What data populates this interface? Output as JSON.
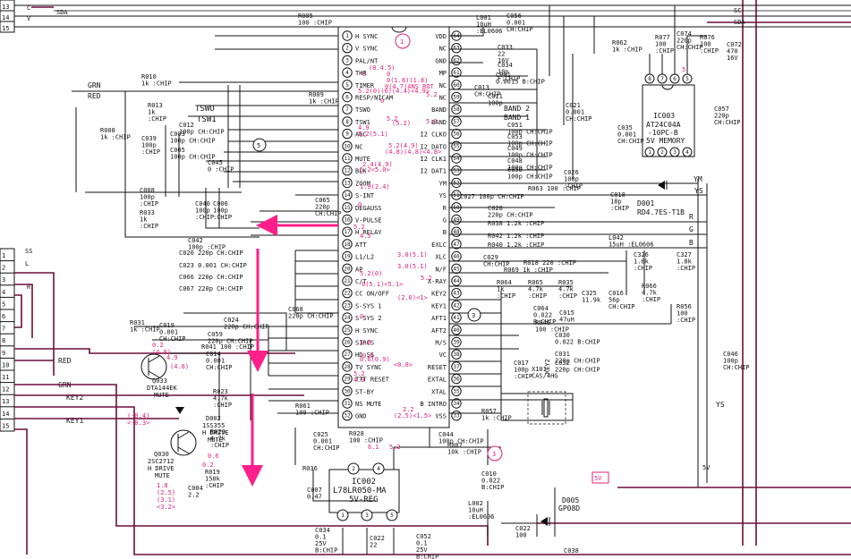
{
  "colors": {
    "wire": "#111111",
    "highlight": "#ff1f8a",
    "bus": "#6b0f3a",
    "voltage": "#e0207a"
  },
  "connector_left": {
    "top": [
      {
        "num": "13",
        "sig": "C"
      },
      {
        "num": "14",
        "sig": "V"
      },
      {
        "num": "15",
        "sig": ""
      }
    ],
    "main": [
      {
        "num": "1",
        "sig": "SS"
      },
      {
        "num": "2",
        "sig": "L"
      },
      {
        "num": "3",
        "sig": ""
      },
      {
        "num": "4",
        "sig": "R"
      },
      {
        "num": "5",
        "sig": ""
      },
      {
        "num": "6",
        "sig": ""
      },
      {
        "num": "7",
        "sig": ""
      },
      {
        "num": "8",
        "sig": ""
      },
      {
        "num": "9",
        "sig": ""
      },
      {
        "num": "10",
        "sig": "RED"
      },
      {
        "num": "11",
        "sig": "GRN"
      },
      {
        "num": "12",
        "sig": "KEY2"
      },
      {
        "num": "13",
        "sig": ""
      },
      {
        "num": "14",
        "sig": "KEY1"
      },
      {
        "num": "15",
        "sig": ""
      }
    ]
  },
  "top_signals": {
    "sda": "SDA",
    "sc": "SC",
    "sda_r": "SDA"
  },
  "ic_main": {
    "left_pins": [
      {
        "n": "1",
        "name": "H SYNC"
      },
      {
        "n": "2",
        "name": "V SYNC"
      },
      {
        "n": "3",
        "name": "PAL/NT"
      },
      {
        "n": "4",
        "name": "THR"
      },
      {
        "n": "5",
        "name": "TIMER"
      },
      {
        "n": "6",
        "name": "RESP/NICAM"
      },
      {
        "n": "7",
        "name": "TSWO"
      },
      {
        "n": "8",
        "name": "TSW1"
      },
      {
        "n": "9",
        "name": "AGC"
      },
      {
        "n": "10",
        "name": "NC"
      },
      {
        "n": "11",
        "name": "MUTE"
      },
      {
        "n": "12",
        "name": "BLK"
      },
      {
        "n": "13",
        "name": "ZOOM"
      },
      {
        "n": "14",
        "name": "S-INT"
      },
      {
        "n": "15",
        "name": "DEGAUSS"
      },
      {
        "n": "16",
        "name": "V-PULSE"
      },
      {
        "n": "17",
        "name": "H RELAY"
      },
      {
        "n": "18",
        "name": "ATT"
      },
      {
        "n": "19",
        "name": "L1/L2"
      },
      {
        "n": "20",
        "name": "AP"
      },
      {
        "n": "21",
        "name": "C/T"
      },
      {
        "n": "22",
        "name": "CC ON/OFF"
      },
      {
        "n": "23",
        "name": "S-SYS 1"
      },
      {
        "n": "24",
        "name": "S-SYS 2"
      },
      {
        "n": "25",
        "name": "H SYNC"
      },
      {
        "n": "26",
        "name": "SIRCS"
      },
      {
        "n": "27",
        "name": "HD SS"
      },
      {
        "n": "28",
        "name": "TV SYNC"
      },
      {
        "n": "29",
        "name": "TTT RESET"
      },
      {
        "n": "30",
        "name": "ST-BY"
      },
      {
        "n": "31",
        "name": "NS MUTE"
      },
      {
        "n": "32",
        "name": "GND"
      }
    ],
    "right_pins": [
      {
        "n": "64",
        "name": "VDD"
      },
      {
        "n": "63",
        "name": "NC"
      },
      {
        "n": "62",
        "name": "GND"
      },
      {
        "n": "61",
        "name": "MP"
      },
      {
        "n": "60",
        "name": "NC"
      },
      {
        "n": "59",
        "name": "NC"
      },
      {
        "n": "58",
        "name": "BAND"
      },
      {
        "n": "57",
        "name": "BAND"
      },
      {
        "n": "56",
        "name": "I2 CLKO"
      },
      {
        "n": "55",
        "name": "I2 DATO"
      },
      {
        "n": "54",
        "name": "I2 CLK1"
      },
      {
        "n": "53",
        "name": "I2 DAT1"
      },
      {
        "n": "52",
        "name": "YM"
      },
      {
        "n": "51",
        "name": "YS"
      },
      {
        "n": "50",
        "name": "R"
      },
      {
        "n": "49",
        "name": "G"
      },
      {
        "n": "48",
        "name": "B"
      },
      {
        "n": "47",
        "name": "EXLC"
      },
      {
        "n": "46",
        "name": "XLC"
      },
      {
        "n": "45",
        "name": "N/F"
      },
      {
        "n": "44",
        "name": "X-RAY"
      },
      {
        "n": "43",
        "name": "KEY2"
      },
      {
        "n": "42",
        "name": "KEY1"
      },
      {
        "n": "41",
        "name": "AFT1"
      },
      {
        "n": "40",
        "name": "AFT2"
      },
      {
        "n": "39",
        "name": "M/S"
      },
      {
        "n": "38",
        "name": "VC"
      },
      {
        "n": "37",
        "name": "RESET"
      },
      {
        "n": "36",
        "name": "EXTAL"
      },
      {
        "n": "35",
        "name": "XTAL"
      },
      {
        "n": "34",
        "name": "B INTRO"
      },
      {
        "n": "33",
        "name": "VSS"
      }
    ]
  },
  "ic003": {
    "ref": "IC003",
    "part": "AT24C04A",
    "suffix": "-10PC-B",
    "desc": "5V MEMORY",
    "pins_top": [
      "8",
      "7",
      "6",
      "5"
    ],
    "pins_bottom": [
      "1",
      "2",
      "3",
      "4"
    ]
  },
  "ic002": {
    "ref": "IC002",
    "part": "L78LR050-MA",
    "desc": "5V-REG",
    "pins_top": [
      "2",
      "4"
    ],
    "pins_bottom": [
      "1",
      "3",
      "5"
    ]
  },
  "components": [
    "R005\n100 :CHIP",
    "C056\n0.001\nCH:CHIP",
    "L001\n10uH\n:EL0606",
    "C033\n22\n16V",
    "C034\n10p\nF:CHIP",
    "R010\n1k :CHIP",
    "R009\n1k :CHIP",
    "R013\n1k\n:CHIP",
    "R008\n1k :CHIP",
    "C012\n100p CH:CHIP",
    "C003\n100p CH:CHIP",
    "C005\n100p CH:CHIP",
    "C039\n100p\n:CHIP",
    "C008\n100p\n:CHIP",
    "R033\n1k\n:CHIP",
    "C040\n100p\n:CHIP",
    "C006\n100p\n:CHIP",
    "C045\n0 :CHIP",
    "C042\n100p :CHIP",
    "C065\n220p\nCH:CHIP",
    "C020 220p CH:CHIP",
    "C023 0.001 CH:CHIP",
    "C066 220p CH:CHIP",
    "C067 220p CH:CHIP",
    "C068\n220p CH:CHIP",
    "R031\n1k :CHIP",
    "C019\n0.001\nCH:CHIP",
    "C024\n220p CH:CHIP",
    "C059\n220p CH:CHIP",
    "R041 100 :CHIP",
    "C014\n0.001\nCH:CHIP",
    "R023\n4.7k\n:CHIP",
    "R029\n4.7k\n:CHIP",
    "R019\n150k\n:CHIP",
    "C004\n2.2",
    "R061\n100 :CHIP",
    "C025\n0.001\nCH:CHIP",
    "R028\n100 :CHIP",
    "R036",
    "C007\n0.47",
    "C034\n0.1\n25V\nB:CHIP",
    "C022\n22",
    "C052\n0.1\n25V\nB:CHIP",
    "C044\n100p CH:CHIP",
    "R007\n10k :CHIP",
    "C010\n0.022\nB:CHIP",
    "L002\n10uH\n:EL0606",
    "C022\n100",
    "C038",
    "R057\n1k :CHIP",
    "C017\n100p\n:CHIP",
    "X101\nCAS/4HG",
    "R046\n100 :CHIP",
    "C030\n0.022 B:CHIP",
    "C031\n220p CH:CHIP",
    "C032\n220p CH:CHIP",
    "R056\n100\n:CHIP",
    "C046\n100p\nCH:CHIP",
    "R064\n1k\n:CHIP",
    "C064\n0.022\nB:CHIP",
    "R065\n4.7k\n:CHIP",
    "C015\n47uH",
    "R035\n4.7k\n:CHIP",
    "C325\n11.9k",
    "C016\n56p\nCH:CHIP",
    "R066\n4.7k\n:CHIP",
    "C029\nCH:CHIP",
    "R018 220 :CHIP",
    "R069 1k :CHIP",
    "C326\n1.8k\n:CHIP",
    "C327\n1.8k\n:CHIP",
    "R040 1.2k :CHIP",
    "R042 1.2k :CHIP",
    "R038 1.2k :CHIP",
    "C028\n220p CH:CHIP",
    "C027 100p CH:CHIP",
    "R063 100 :CHIP",
    "C018\n18p\n:CHIP",
    "L042\n15uH :EL0606",
    "C026\n100p\n:CHIP",
    "C035\n0.001\nCH:CHIP",
    "C021\n0.001\nCH:CHIP",
    "C013\nCH:CHIP",
    "C011\n100p",
    "C051\n100p CH:CHIP",
    "C049\n100p CH:CHIP",
    "C048\n100p CH:CHIP",
    "C050\n100p CH:CHIP",
    "C053\n100p CH:CHIP",
    "C001\n0.0015 B:CHIP",
    "R077\n100\n:CHIP",
    "C074\n220p\nCH:CHIP",
    "R076\n100\n:CHIP",
    "C072\n470\n16V",
    "C057\n220p\nCH:CHIP",
    "R062\n1k :CHIP"
  ],
  "semis": {
    "q033": {
      "ref": "Q033",
      "part": "DTA144EK",
      "desc": "MUTE"
    },
    "q030": {
      "ref": "Q030",
      "part": "2SC2712",
      "desc1": "H DRIVE",
      "desc2": "MUTE"
    },
    "d002": {
      "ref": "D002",
      "part": "1SS355",
      "desc1": "H DRIVE",
      "desc2": "MUTE"
    },
    "d001": {
      "ref": "D001",
      "part": "RD4.7ES-T1B"
    },
    "d005": {
      "ref": "D005",
      "part": "GP08D"
    }
  },
  "right_labels": {
    "ym": "YM",
    "ys": "YS",
    "r": "R",
    "g": "G",
    "b": "B",
    "ys2": "YS",
    "v5": "5V",
    "v5box": "5V"
  },
  "left_labels": {
    "grn": "GRN",
    "red": "RED",
    "tswo": "TSWO",
    "tsw1": "TSW1",
    "red2": "RED",
    "grn2": "GRN",
    "key2": "KEY2",
    "key1": "KEY1",
    "key2r": "KEY2",
    "band1": "BAND 1",
    "band2": "BAND 2"
  },
  "callouts": [
    "1",
    "2",
    "3",
    "5"
  ],
  "voltages": {
    "v1": "0",
    "v2": "0",
    "v3": "(0.4.5)",
    "v4": "0",
    "v5": "0(1.8)(1.8)",
    "v6": "0(4.7)4NS ROT",
    "v7": "5.2(0)(0)(4.4)<4.9>",
    "v8": "5.2",
    "v9": "(5.2)",
    "v10": "5.2(4.9)",
    "v11": "(4.8)(4.8)<4.8>",
    "v12": "4.9",
    "v13": "5.2(5.1)",
    "v14": "2.4(4.9)",
    "v15": "5.2<5.0>",
    "v16": "1.9(2.4)",
    "v17": "0",
    "v18": "5.2",
    "v19": "4.5",
    "v20": "3.0(5.1)",
    "v21": "3.0(5.1)",
    "v22": "5.2(0)",
    "v23": "0(5.1)<5.1>",
    "v24": "0",
    "v25": "(2.0)<1>",
    "v26": "1.8",
    "v27": "0.9",
    "v28": "0.6(0.9)",
    "v29": "<0.8>",
    "v30": "5.2",
    "v31": "4.9",
    "v32": "2.2",
    "v33": "(2.5)<1.5>",
    "v34": "6.1",
    "v35": "5.2",
    "v36": "(-0.4)\n<-0.3>",
    "v37": "0.2\n(4.8)",
    "v38": "4.9",
    "v39": "(4.8)",
    "v40": "0.6",
    "v41": "0.2",
    "v42": "1.8\n(2.5)\n(3.1)\n<3.2>",
    "v43": "5.2",
    "v44": "5.3",
    "v45": "5.2",
    "v46": "5"
  }
}
